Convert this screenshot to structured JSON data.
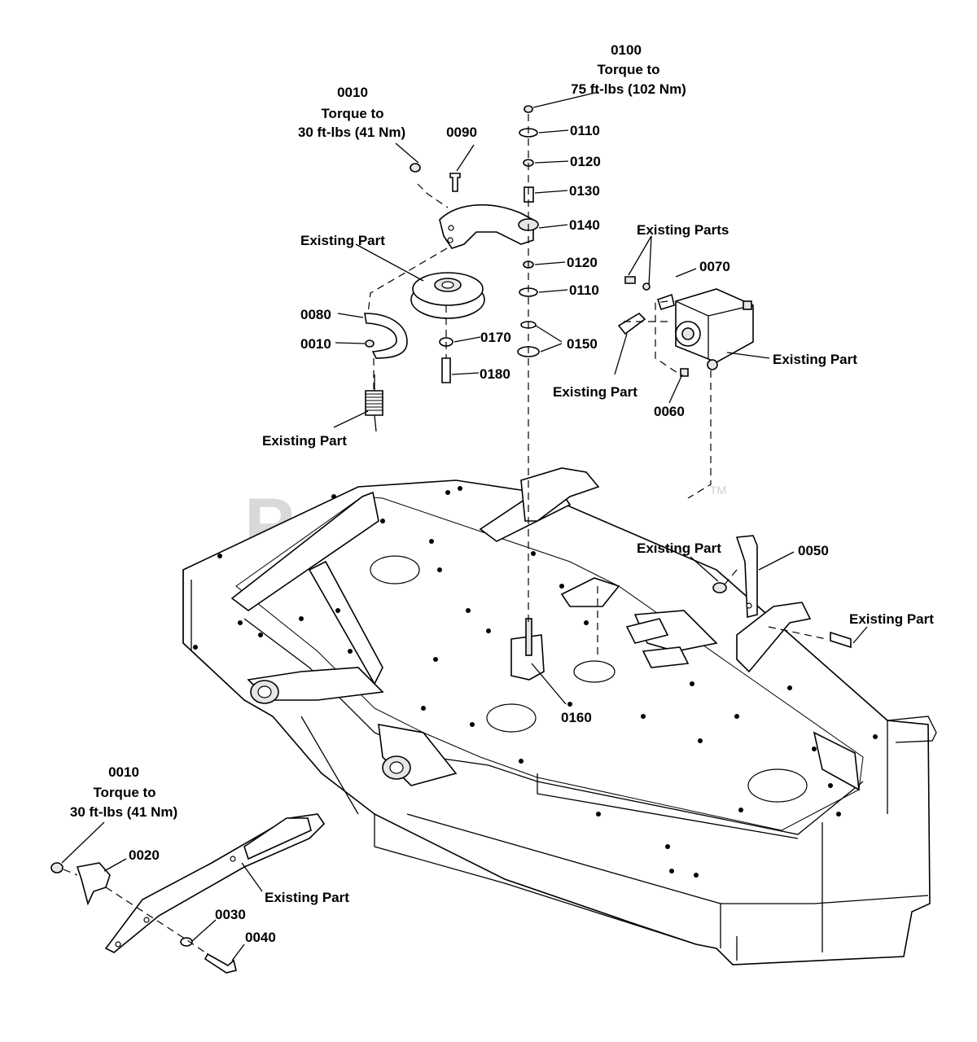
{
  "watermark": {
    "text": "PartsTree",
    "trademark": "TM"
  },
  "labels": {
    "l0100": "0100",
    "l0100_t1": "Torque to",
    "l0100_t2": "75 ft-lbs (102 Nm)",
    "l0010a": "0010",
    "l0010a_t1": "Torque to",
    "l0010a_t2": "30 ft-lbs (41 Nm)",
    "l0090": "0090",
    "l0110a": "0110",
    "l0120a": "0120",
    "l0130": "0130",
    "l0140": "0140",
    "l0120b": "0120",
    "l0110b": "0110",
    "l0150": "0150",
    "l0170": "0170",
    "l0180": "0180",
    "l0080": "0080",
    "l0010b": "0010",
    "existing_pulley": "Existing Part",
    "existing_spring": "Existing Part",
    "existing_parts_top": "Existing Parts",
    "l0070": "0070",
    "existing_gearbox": "Existing Part",
    "existing_shield": "Existing Part",
    "l0060": "0060",
    "existing_nut": "Existing Part",
    "l0050": "0050",
    "existing_bolt": "Existing Part",
    "l0160": "0160",
    "l0010c": "0010",
    "l0010c_t1": "Torque to",
    "l0010c_t2": "30 ft-lbs (41 Nm)",
    "l0020": "0020",
    "existing_arm": "Existing Part",
    "l0030": "0030",
    "l0040": "0040"
  }
}
